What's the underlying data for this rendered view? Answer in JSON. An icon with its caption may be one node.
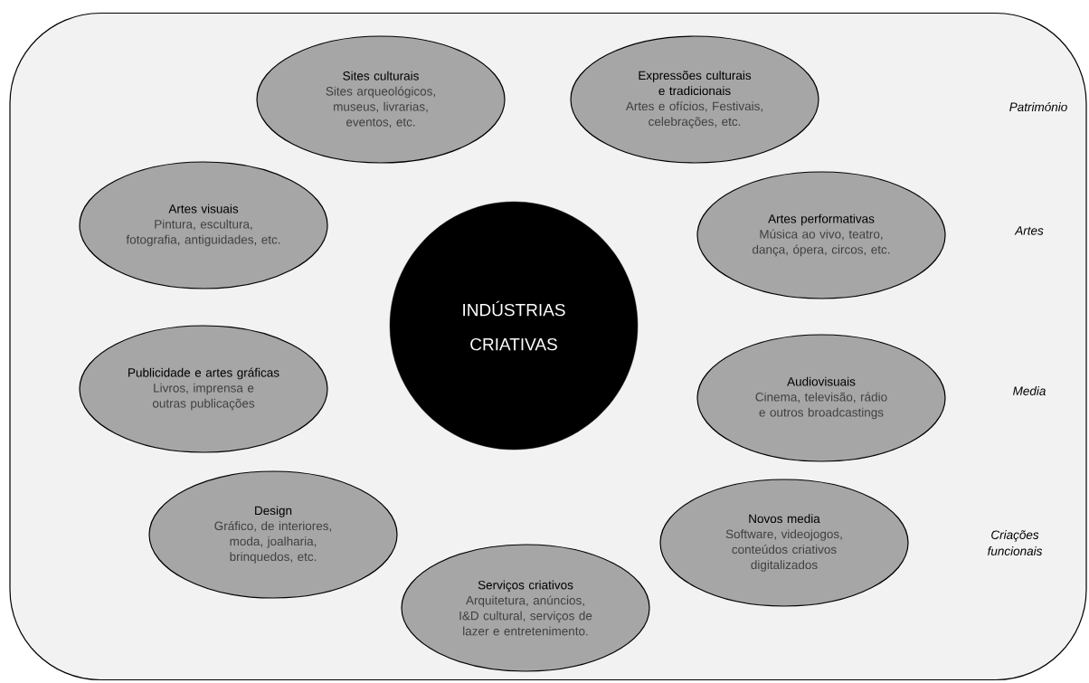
{
  "diagram": {
    "nodes": [
      {
        "text": [],
        "shape": "box"
      },
      {
        "text": [
          "Sites culturais",
          "Sites arqueológicos, museus, livrarias, eventos, etc."
        ],
        "in": 0
      },
      {
        "text": [
          "Expressões culturais e tradicionais",
          "Artes e ofícios, Festivais, celebrações, etc."
        ],
        "in": 0
      },
      {
        "text": [
          "Artes visuais",
          "Pintura, escultura, fotografia, antiguidades, etc."
        ],
        "in": 0
      },
      {
        "text": [
          "Artes performativas",
          "Música ao vivo, teatro, dança, ópera, circos, etc."
        ],
        "in": 0
      },
      {
        "text": [
          "INDÚSTRIAS CRIATIVAS"
        ],
        "in": 0
      },
      {
        "text": [
          "Publicidade e artes gráficas",
          "Livros, imprensa e outras publicações"
        ],
        "in": 0
      },
      {
        "text": [
          "Audiovisuais",
          "Cinema, televisão, rádio e outros broadcastings"
        ],
        "in": 0
      },
      {
        "text": [
          "Design",
          "Gráfico, de interiores, moda, joalharia, brinquedos, etc."
        ],
        "in": 0
      },
      {
        "text": [
          "Novos media",
          "Software, videojogos, conteúdos criativos digitalizados"
        ],
        "in": 0
      },
      {
        "text": [
          "Serviços criativos",
          "Arquitetura, anúncios, I&D cultural, serviços de lazer e entretenimento."
        ],
        "in": 0
      }
    ],
    "labels": [
      "Património",
      "Artes",
      "Media",
      "Criações funcionais"
    ]
  }
}
